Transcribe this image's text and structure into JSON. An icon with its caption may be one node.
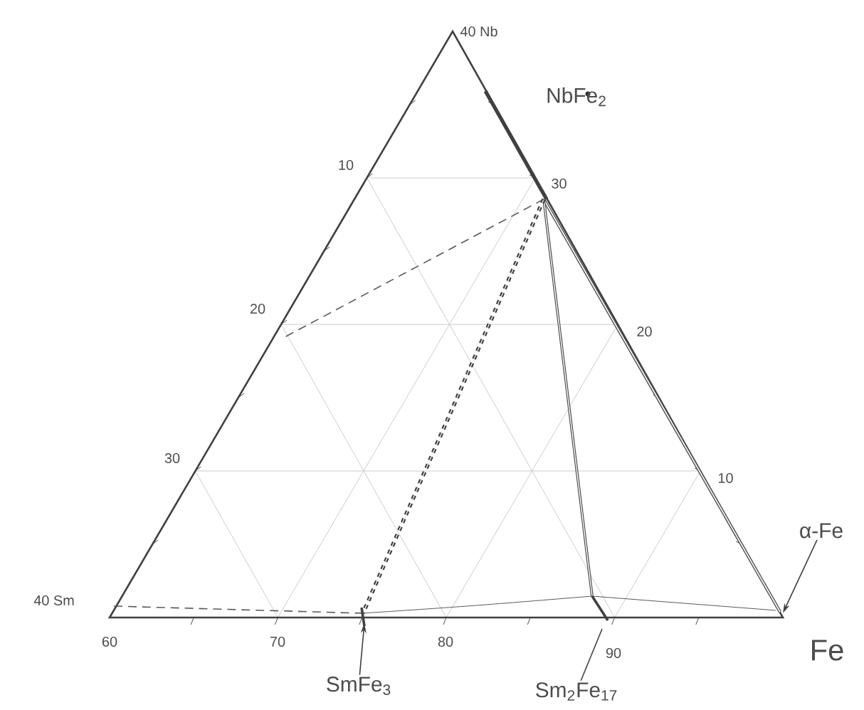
{
  "diagram": {
    "nodes": [
      {
        "text": [
          "α-Fe"
        ]
      },
      {
        "text": [
          "SmFe$_{3}$"
        ]
      },
      {
        "text": [
          "Sm$_{2}$Fe$_{17}$"
        ]
      }
    ],
    "edges": [
      {
        "from": 0,
        "to": null,
        "arrow": "to"
      },
      {
        "from": 1,
        "to": null,
        "arrow": "to"
      },
      {
        "from": 2,
        "to": null,
        "arrow": "none"
      }
    ],
    "labels": [
      "40 Nb",
      "NbFe$_{2}$",
      "10",
      "30",
      "20",
      "20",
      "30",
      "10",
      "40 Sm",
      "60",
      "70",
      "80",
      "90",
      "Fe"
    ]
  }
}
